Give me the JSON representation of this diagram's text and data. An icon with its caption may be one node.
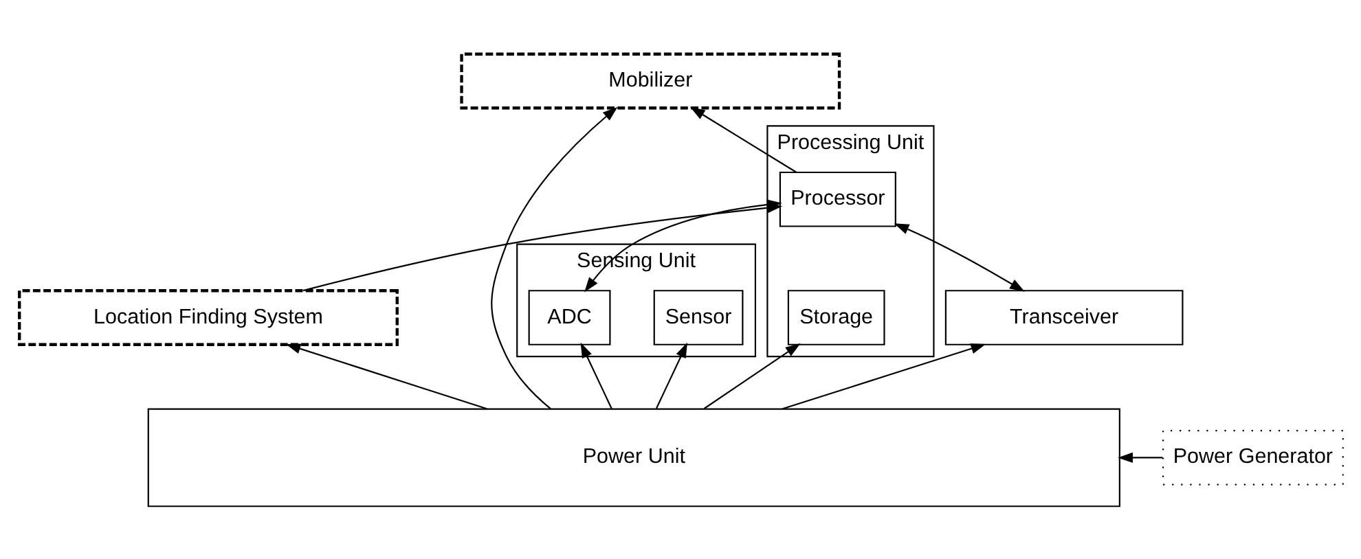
{
  "diagram": {
    "nodes": [
      {
        "text": [
          "Location Finding System"
        ]
      },
      {
        "text": [
          "Mobilizer"
        ]
      },
      {
        "text": [
          "Sensing Unit"
        ]
      },
      {
        "text": [
          "Sensor"
        ],
        "in": 2
      },
      {
        "text": [
          "ADC"
        ],
        "in": 2
      },
      {
        "text": [
          "Processing Unit"
        ]
      },
      {
        "text": [
          "Processor"
        ],
        "in": 5
      },
      {
        "text": [
          "Storage"
        ],
        "in": 5
      },
      {
        "text": [
          "Transceiver"
        ]
      },
      {
        "text": [
          "Power Unit"
        ]
      },
      {
        "text": [
          "Power Generator"
        ]
      }
    ],
    "edges": [
      {
        "from": 0,
        "to": 6,
        "arrow": "to"
      },
      {
        "from": 4,
        "to": 6,
        "arrow": "both"
      },
      {
        "from": 6,
        "to": 1,
        "arrow": "to"
      },
      {
        "from": 6,
        "to": 8,
        "arrow": "both"
      },
      {
        "from": 9,
        "to": 0,
        "arrow": "to"
      },
      {
        "from": 9,
        "to": 3,
        "arrow": "to"
      },
      {
        "from": 9,
        "to": 4,
        "arrow": "to"
      },
      {
        "from": 9,
        "to": 7,
        "arrow": "to"
      },
      {
        "from": 9,
        "to": 8,
        "arrow": "to"
      },
      {
        "from": 9,
        "to": 1,
        "arrow": "to"
      },
      {
        "from": 10,
        "to": 9,
        "arrow": "to"
      }
    ]
  }
}
